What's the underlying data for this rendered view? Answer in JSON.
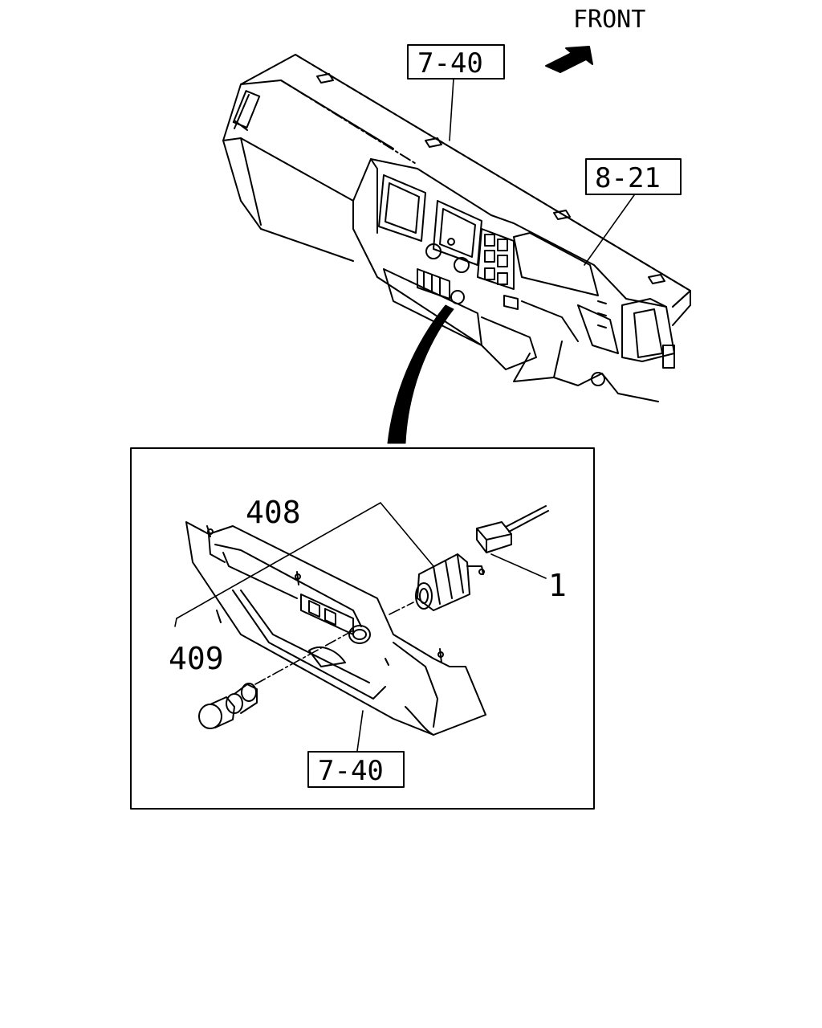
{
  "orientation": {
    "label": "FRONT",
    "arrow_icon": "front-arrow-icon"
  },
  "references": {
    "dash_panel": "7-40",
    "cluster": "8-21",
    "lower_panel": "7-40"
  },
  "callouts": {
    "lighter_socket": "408",
    "lighter_knob": "409",
    "connector": "1"
  },
  "colors": {
    "line": "#000000",
    "background": "#ffffff"
  }
}
